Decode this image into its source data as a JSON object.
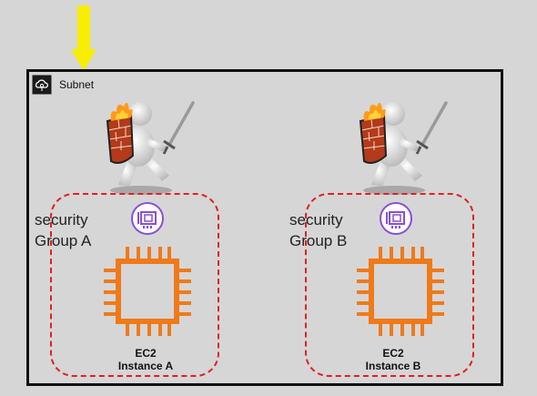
{
  "subnet": {
    "label": "Subnet",
    "icon": "cloud-subnet-icon"
  },
  "pointer": {
    "icon": "down-arrow-icon",
    "color": "#f7ee00"
  },
  "groups": [
    {
      "label_line1": "security",
      "label_line2": "Group A",
      "border_color": "#e02020",
      "eni_icon": "network-interface-icon",
      "instance": {
        "icon": "ec2-chip-icon",
        "title": "EC2",
        "name": "Instance A"
      }
    },
    {
      "label_line1": "security",
      "label_line2": "Group B",
      "border_color": "#e02020",
      "eni_icon": "network-interface-icon",
      "instance": {
        "icon": "ec2-chip-icon",
        "title": "EC2",
        "name": "Instance B"
      }
    }
  ],
  "colors": {
    "ec2_orange": "#ef7a1a",
    "eni_purple": "#8a4fd8",
    "firewall_red": "#c0392b"
  }
}
